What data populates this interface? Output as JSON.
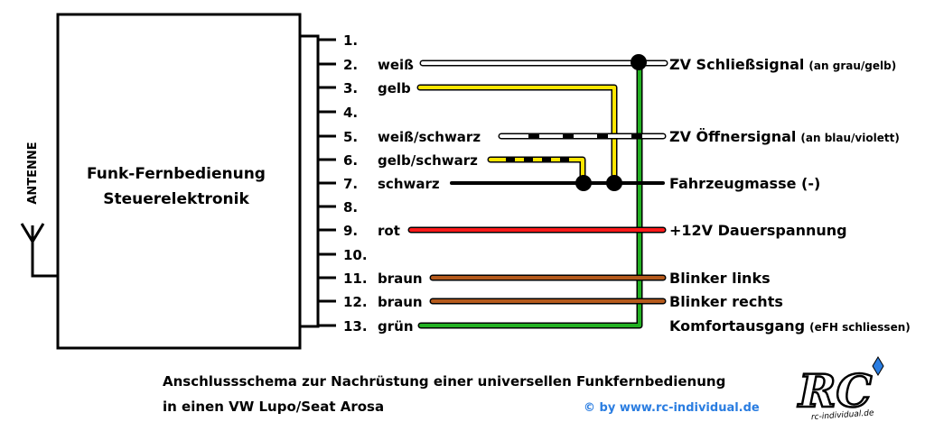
{
  "module": {
    "title_line1": "Funk-Fernbedienung",
    "title_line2": "Steuerelektronik",
    "antenna_label": "ANTENNE"
  },
  "pins": [
    {
      "num": "1.",
      "color_label": ""
    },
    {
      "num": "2.",
      "color_label": "weiß"
    },
    {
      "num": "3.",
      "color_label": "gelb"
    },
    {
      "num": "4.",
      "color_label": ""
    },
    {
      "num": "5.",
      "color_label": "weiß/schwarz"
    },
    {
      "num": "6.",
      "color_label": "gelb/schwarz"
    },
    {
      "num": "7.",
      "color_label": "schwarz"
    },
    {
      "num": "8.",
      "color_label": ""
    },
    {
      "num": "9.",
      "color_label": "rot"
    },
    {
      "num": "10.",
      "color_label": ""
    },
    {
      "num": "11.",
      "color_label": "braun"
    },
    {
      "num": "12.",
      "color_label": "braun"
    },
    {
      "num": "13.",
      "color_label": "grün"
    }
  ],
  "signals": [
    {
      "label": "ZV Schließsignal",
      "note": "(an grau/gelb)"
    },
    {
      "label": "ZV Öffnersignal",
      "note": "(an blau/violett)"
    },
    {
      "label": "Fahrzeugmasse (-)",
      "note": ""
    },
    {
      "label": "+12V Dauerspannung",
      "note": ""
    },
    {
      "label": "Blinker links",
      "note": ""
    },
    {
      "label": "Blinker rechts",
      "note": ""
    },
    {
      "label": "Komfortausgang",
      "note": "(eFH schliessen)"
    }
  ],
  "caption": {
    "line1": "Anschlussschema zur Nachrüstung einer universellen Funkfernbedienung",
    "line2": "in einen VW Lupo/Seat Arosa",
    "copyright": "© by www.rc-individual.de"
  },
  "logo": {
    "letters": "RC",
    "url_text": "rc-individual.de"
  },
  "colors": {
    "white": "#ffffff",
    "yellow": "#ffe600",
    "black": "#000000",
    "red": "#ff1a1a",
    "brown": "#b55a1c",
    "green": "#22b022",
    "accent_blue": "#2a7de1"
  }
}
